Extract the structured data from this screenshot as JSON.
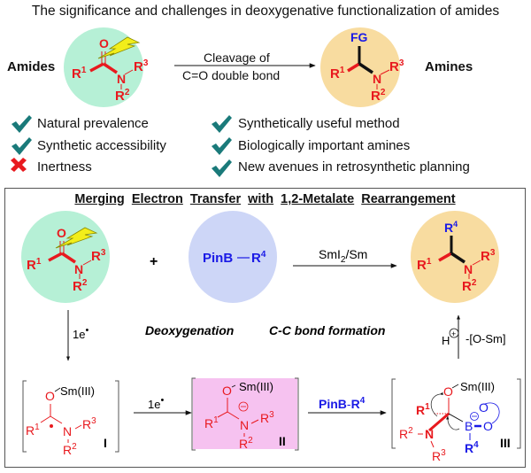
{
  "title": "The significance and challenges in deoxygenative functionalization of amides",
  "colors": {
    "amide_circle": "#b6f0d6",
    "amine_circle": "#f8dca0",
    "boron_circle": "#cdd6f7",
    "intermediate_box": "#f6c2f0",
    "red_structure": "#e8191e",
    "blue_label": "#1a1ae6",
    "check": "#1a7a7a",
    "cross": "#e8191e",
    "bolt": "#f2ee1a"
  },
  "top_scheme": {
    "left_label": "Amides",
    "right_label": "Amines",
    "arrow_top": "Cleavage of",
    "arrow_bottom": "C=O double bond",
    "fg_label": "FG"
  },
  "left_list": [
    {
      "icon": "check-icon",
      "text": "Natural prevalence"
    },
    {
      "icon": "check-icon",
      "text": "Synthetic accessibility"
    },
    {
      "icon": "cross-icon",
      "text": "Inertness"
    }
  ],
  "right_list": [
    {
      "icon": "check-icon",
      "text": "Synthetically useful method"
    },
    {
      "icon": "check-icon",
      "text": "Biologically important amines"
    },
    {
      "icon": "check-icon",
      "text": "New avenues in retrosynthetic planning"
    }
  ],
  "merge": {
    "title_words": [
      "Merging",
      "Electron",
      "Transfer",
      "with",
      "1,2-Metalate",
      "Rearrangement"
    ],
    "plus": "+",
    "boronate": "PinB",
    "r4": "R",
    "reagent": "SmI",
    "reagent_sub": "2",
    "reagent_tail": "/Sm",
    "electron": "1e",
    "deoxygenation": "Deoxygenation",
    "cc_bond": "C-C bond formation",
    "proton": "H",
    "o_sm": "-[O-Sm]",
    "sm3": "Sm(III)",
    "int_labels": [
      "I",
      "II",
      "III"
    ],
    "pinb_r4": "PinB",
    "pinb_sep": "-"
  },
  "atoms": {
    "O": "O",
    "N": "N",
    "B": "B",
    "R": "R",
    "sup1": "1",
    "sup2": "2",
    "sup3": "3",
    "sup4": "4"
  }
}
